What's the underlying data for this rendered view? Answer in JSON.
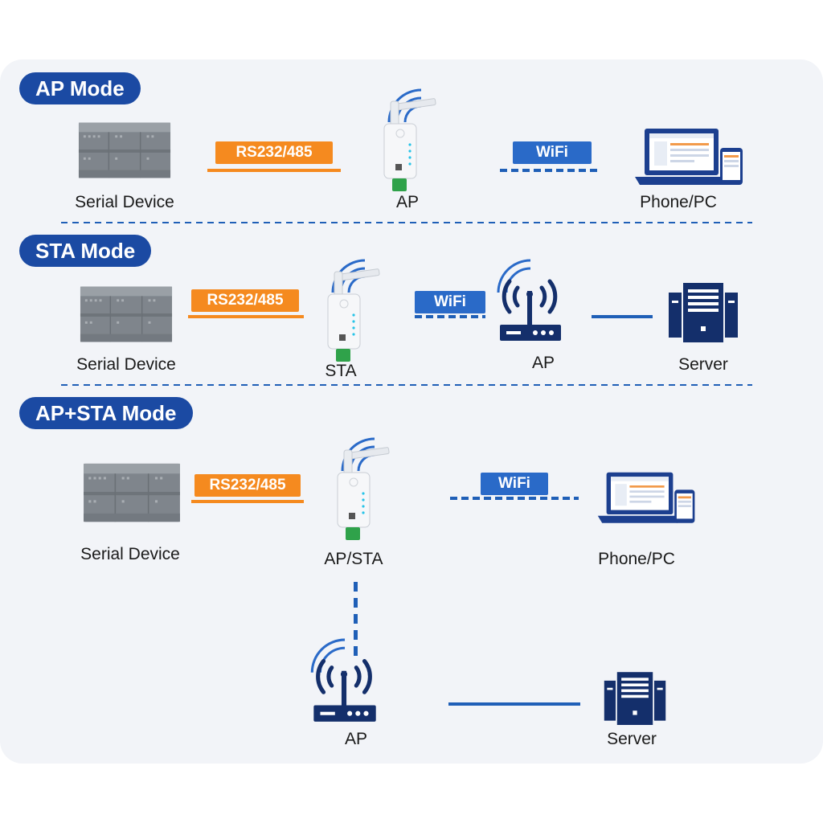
{
  "sections": {
    "ap_mode": {
      "title": "AP Mode",
      "serial_label": "Serial Device",
      "link_label": "RS232/485",
      "module_label": "AP",
      "wifi_label": "WiFi",
      "client_label": "Phone/PC"
    },
    "sta_mode": {
      "title": "STA Mode",
      "serial_label": "Serial Device",
      "link_label": "RS232/485",
      "module_label": "STA",
      "wifi_label": "WiFi",
      "router_label": "AP",
      "server_label": "Server"
    },
    "ap_sta_mode": {
      "title": "AP+STA Mode",
      "serial_label": "Serial Device",
      "link_label": "RS232/485",
      "module_label": "AP/STA",
      "wifi_label": "WiFi",
      "client_label": "Phone/PC",
      "router_label": "AP",
      "server_label": "Server"
    }
  },
  "colors": {
    "accent_blue": "#1b4aa3",
    "wifi_tag_blue": "#2a6ac8",
    "serial_orange": "#f58a1f",
    "panel_bg": "#f2f4f8"
  }
}
